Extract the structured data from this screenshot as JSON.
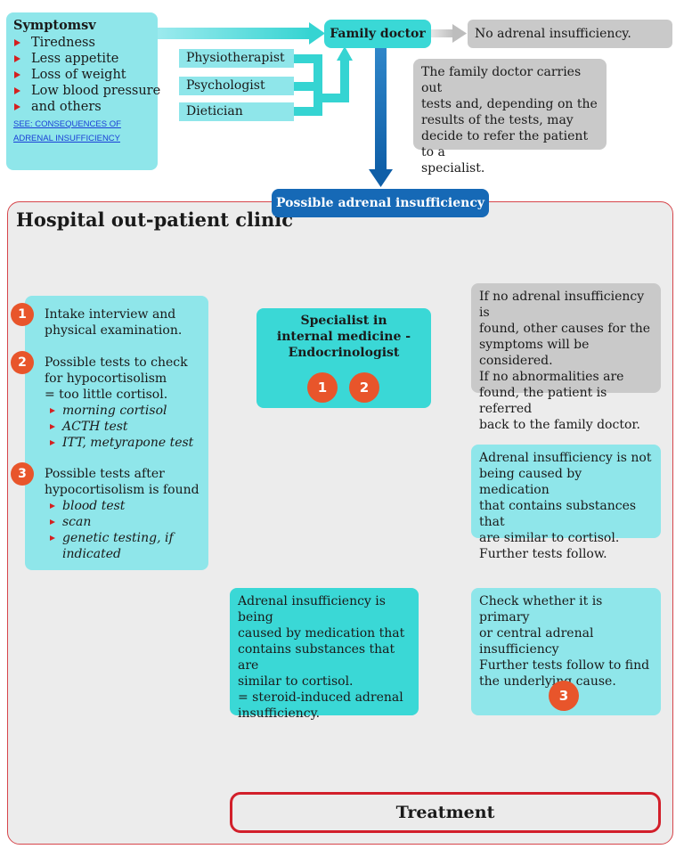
{
  "symptoms": {
    "title": "Symptomsv",
    "items": [
      "Tiredness",
      "Less appetite",
      "Loss of weight",
      "Low blood pressure",
      "and others"
    ],
    "link_line1": "SEE: CONSEQUENCES OF",
    "link_line2": "ADRENAL INSUFFICIENCY"
  },
  "professionals": [
    "Physiotherapist",
    "Psychologist",
    "Dietician"
  ],
  "family_doctor": "Family doctor",
  "no_adrenal_insufficiency": "No adrenal insufficiency.",
  "family_doctor_note": "The family doctor carries out\ntests and, depending on the\nresults of the tests, may\ndecide to refer the patient to a\nspecialist.",
  "possible_adrenal_insufficiency": "Possible adrenal insufficiency",
  "clinic_title": "Hospital out-patient clinic",
  "steps": [
    {
      "number": "1",
      "text": "Intake interview and\nphysical examination.",
      "subitems": []
    },
    {
      "number": "2",
      "text": "Possible tests to check\nfor hypocortisolism\n= too little cortisol.",
      "subitems": [
        "morning cortisol",
        "ACTH test",
        "ITT, metyrapone test"
      ]
    },
    {
      "number": "3",
      "text": "Possible tests after\nhypocortisolism is found",
      "subitems": [
        "blood test",
        "scan",
        "genetic testing, if\nindicated"
      ]
    }
  ],
  "specialist": {
    "label": "Specialist in\ninternal medicine -\nEndocrinologist",
    "badges": [
      "1",
      "2"
    ]
  },
  "no_ai_found_note": "If no adrenal insufficiency is\nfound, other causes for the\nsymptoms will be considered.\nIf no abnormalities are\nfound, the patient is referred\nback to the family doctor.",
  "not_medication_note": "Adrenal insufficiency is not\nbeing caused by medication\nthat contains substances that\nare similar to cortisol.\nFurther tests follow.",
  "medication_caused_note": "Adrenal insufficiency is being\ncaused by medication that\ncontains substances that are\nsimilar to cortisol.\n= steroid-induced adrenal\ninsufficiency.",
  "check_primary_note": "Check whether it is primary\nor central adrenal\ninsufficiency\nFurther tests follow to find\nthe underlying cause.",
  "check_badge": "3",
  "treatment": "Treatment",
  "colors": {
    "light_teal": "#8fe6ea",
    "teal": "#3ad8d6",
    "dark_blue": "#1669b6",
    "gray": "#c9c9c9",
    "badge_orange": "#e8552b",
    "bullet_red": "#d42020",
    "frame_red": "#d21f2a"
  }
}
